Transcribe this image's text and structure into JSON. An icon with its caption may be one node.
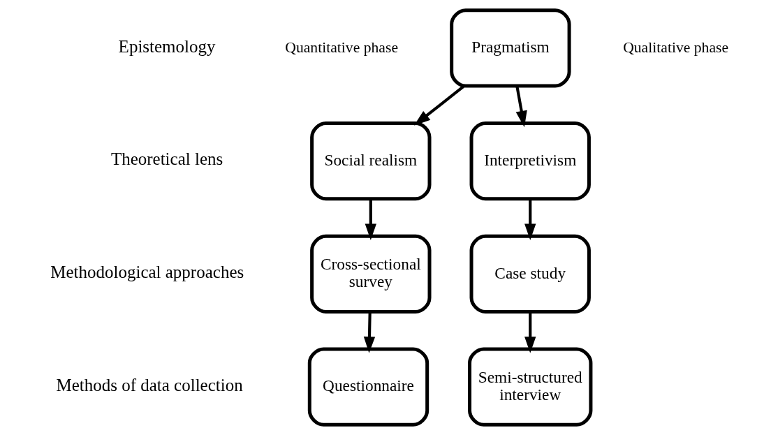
{
  "diagram": {
    "nodes": [
      {
        "text": [
          "Pragmatism"
        ]
      },
      {
        "text": [
          "Social realism"
        ]
      },
      {
        "text": [
          "Interpretivism"
        ]
      },
      {
        "text": [
          "Cross-sectional survey"
        ]
      },
      {
        "text": [
          "Case study"
        ]
      },
      {
        "text": [
          "Questionnaire"
        ]
      },
      {
        "text": [
          "Semi-structured interview"
        ]
      }
    ],
    "edges": [
      {
        "from": 0,
        "to": 1,
        "arrow": "to"
      },
      {
        "from": 0,
        "to": 2,
        "arrow": "to"
      },
      {
        "from": 1,
        "to": 3,
        "arrow": "to"
      },
      {
        "from": 3,
        "to": 5,
        "arrow": "to"
      },
      {
        "from": 2,
        "to": 4,
        "arrow": "to"
      },
      {
        "from": 4,
        "to": 6,
        "arrow": "to"
      }
    ],
    "labels": [
      "Epistemology",
      "Quantitative phase",
      "Qualitative phase",
      "Theoretical lens",
      "Methodological approaches",
      "Methods of data collection"
    ]
  }
}
